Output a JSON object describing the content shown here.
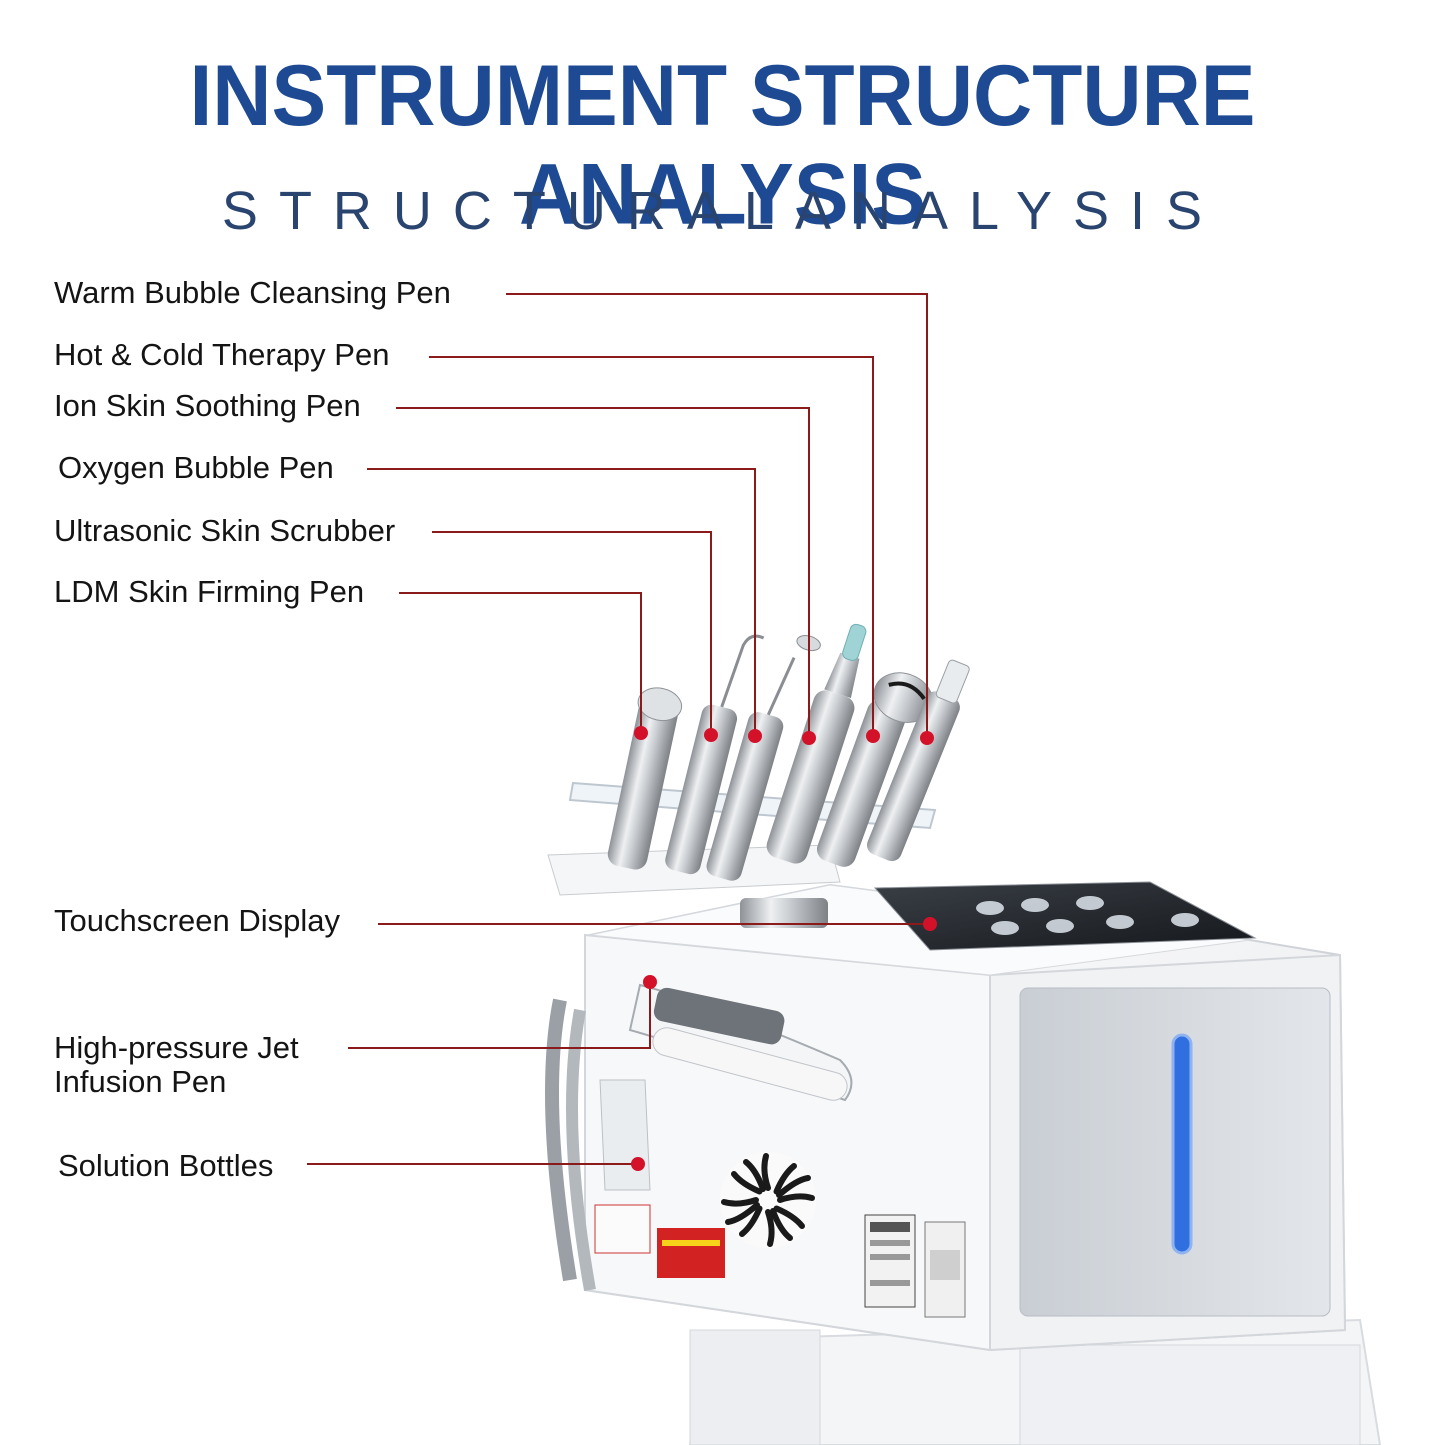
{
  "header": {
    "title": "INSTRUMENT STRUCTURE ANALYSIS",
    "subtitle": "STRUCTURALANALYSIS"
  },
  "callouts": [
    {
      "id": "warm-bubble-cleansing-pen",
      "label": "Warm Bubble Cleansing Pen"
    },
    {
      "id": "hot-cold-therapy-pen",
      "label": "Hot & Cold Therapy Pen"
    },
    {
      "id": "ion-skin-soothing-pen",
      "label": "Ion Skin Soothing Pen"
    },
    {
      "id": "oxygen-bubble-pen",
      "label": "Oxygen Bubble Pen"
    },
    {
      "id": "ultrasonic-skin-scrubber",
      "label": "Ultrasonic Skin Scrubber"
    },
    {
      "id": "ldm-skin-firming-pen",
      "label": "LDM Skin Firming Pen"
    },
    {
      "id": "touchscreen-display",
      "label": "Touchscreen Display"
    },
    {
      "id": "high-pressure-jet-infusion-pen",
      "label_line1": "High-pressure Jet",
      "label_line2": "Infusion Pen"
    },
    {
      "id": "solution-bottles",
      "label": "Solution Bottles"
    }
  ],
  "colors": {
    "title": "#1e4a93",
    "subtitle": "#2a4470",
    "leader_line": "#8b1a1a",
    "marker": "#d3122a",
    "accent_strip": "#2f6fe0"
  }
}
